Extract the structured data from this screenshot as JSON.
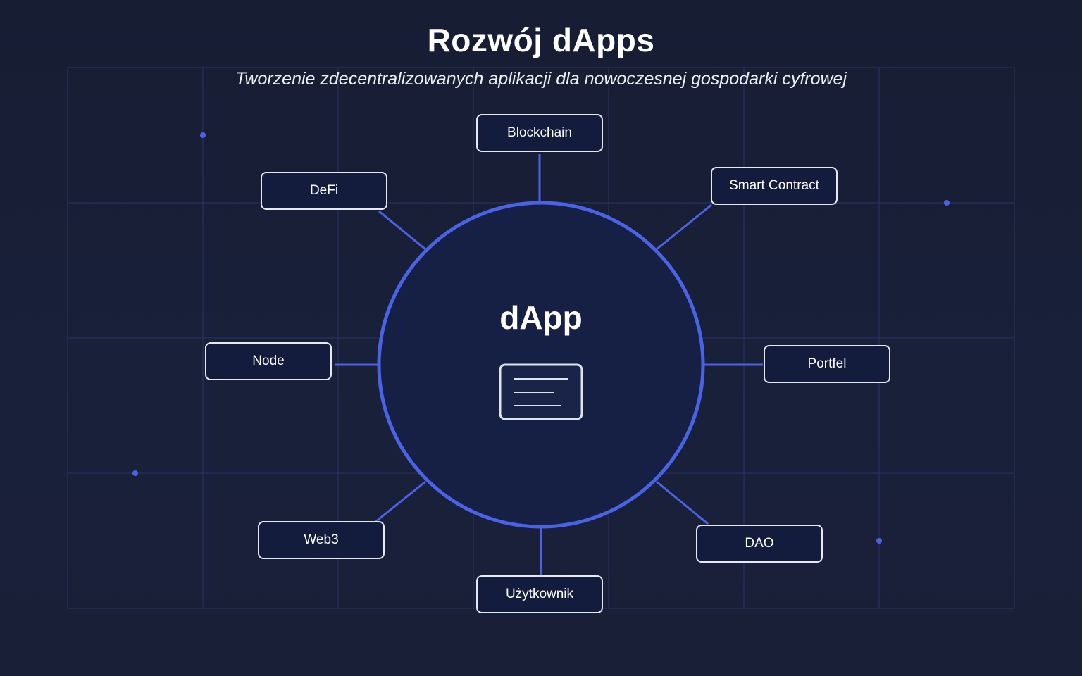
{
  "diagram": {
    "title": "Rozwój dApps",
    "subtitle": "Tworzenie zdecentralizowanych aplikacji dla nowoczesnej gospodarki cyfrowej",
    "center": {
      "label": "dApp",
      "icon": "document-window-icon"
    },
    "nodes": [
      {
        "id": "blockchain",
        "label": "Blockchain"
      },
      {
        "id": "defi",
        "label": "DeFi"
      },
      {
        "id": "smart-contract",
        "label": "Smart Contract"
      },
      {
        "id": "node",
        "label": "Node"
      },
      {
        "id": "portfel",
        "label": "Portfel"
      },
      {
        "id": "web3",
        "label": "Web3"
      },
      {
        "id": "dao",
        "label": "DAO"
      },
      {
        "id": "uzytkownik",
        "label": "Użytkownik"
      }
    ]
  },
  "colors": {
    "background": "#171d33",
    "accent": "#4a63e6",
    "grid": "#2a3363",
    "box_border": "#e6e9f2",
    "box_fill": "#141c3e",
    "circle_fill": "#162044"
  }
}
